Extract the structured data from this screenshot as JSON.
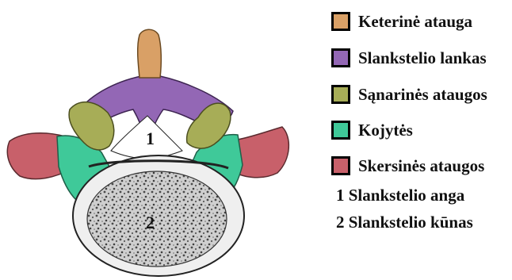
{
  "legend": {
    "items": [
      {
        "label": "Keterinė atauga",
        "color": "#d9a066",
        "name": "spinous-process"
      },
      {
        "label": "Slankstelio lankas",
        "color": "#9367b5",
        "name": "vertebral-arch"
      },
      {
        "label": "Sąnarinės ataugos",
        "color": "#a7ad57",
        "name": "articular-processes"
      },
      {
        "label": "Kojytės",
        "color": "#3fc999",
        "name": "pedicles"
      },
      {
        "label": "Skersinės ataugos",
        "color": "#c8606a",
        "name": "transverse-processes"
      }
    ],
    "keys": [
      {
        "number": "1",
        "text": "1 Slankstelio anga"
      },
      {
        "number": "2",
        "text": "2 Slankstelio kūnas"
      }
    ]
  },
  "figure": {
    "markers": {
      "foramen": "1",
      "body": "2"
    }
  }
}
